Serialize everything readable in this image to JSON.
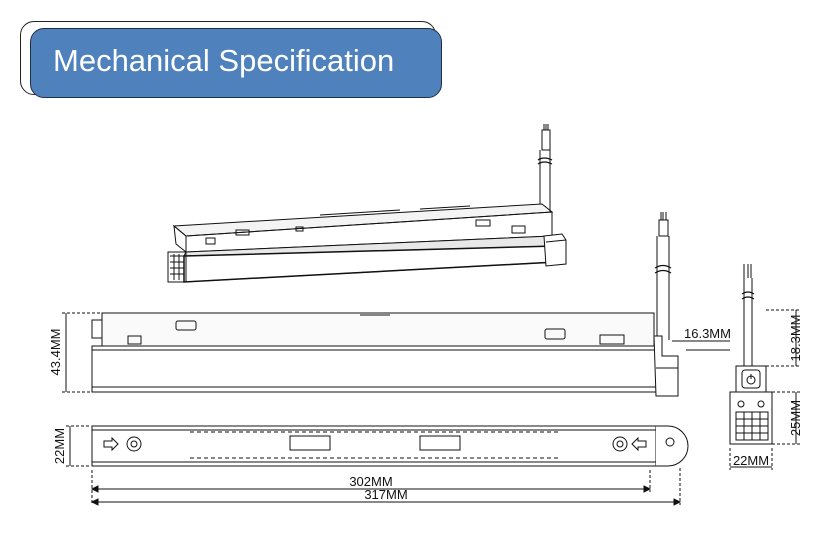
{
  "title": "Mechanical Specification",
  "dimensions": {
    "height_side": "43.4MM",
    "height_bottom": "22MM",
    "inner_length": "302MM",
    "overall_length": "317MM",
    "connector_offset": "16.3MM",
    "module_top": "18.3MM",
    "module_height": "25MM",
    "module_width": "22MM"
  },
  "colors": {
    "banner_fill": "#4f81bd",
    "line": "#111111"
  }
}
